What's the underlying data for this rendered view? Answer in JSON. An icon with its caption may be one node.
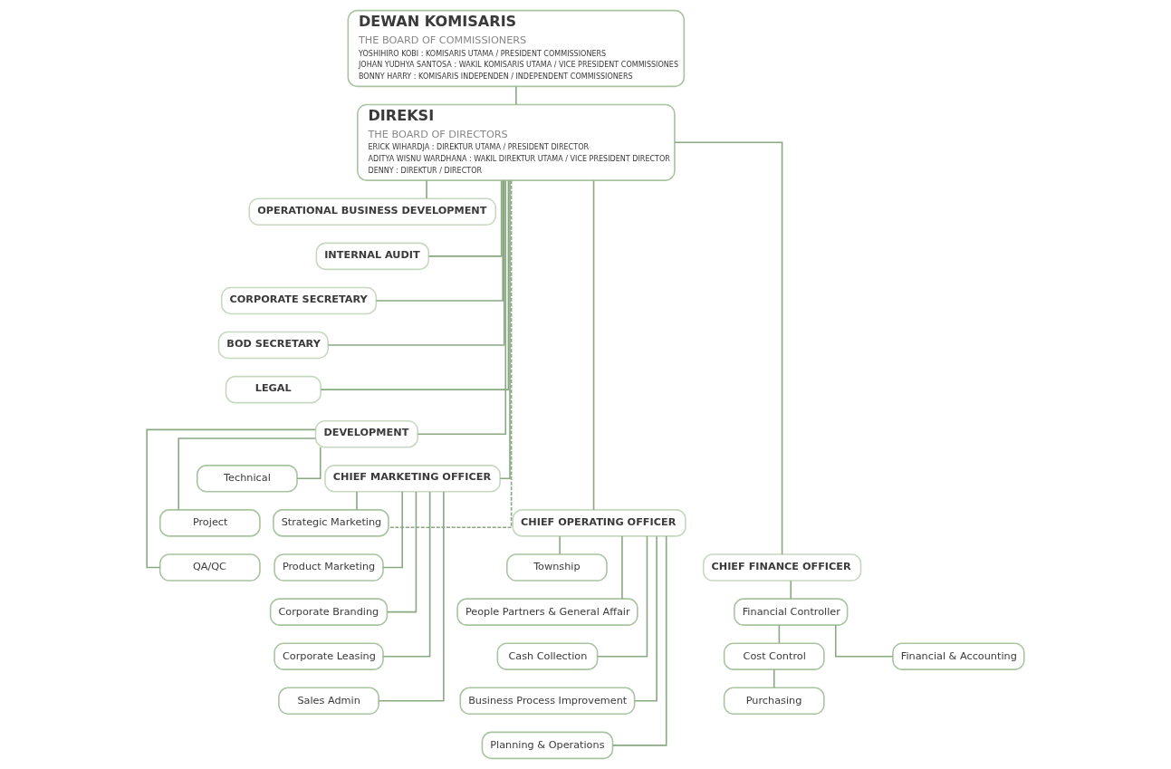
{
  "diagram": {
    "nodes": [
      {
        "text": [
          "DEWAN KOMISARIS",
          "THE BOARD OF COMMISSIONERS",
          "YOSHIHIRO KOBI : KOMISARIS UTAMA / PRESIDENT COMMISSIONERS",
          "JOHAN YUDHYA SANTOSA : WAKIL KOMISARIS UTAMA / VICE PRESIDENT COMMISSIONES",
          "BONNY HARRY : KOMISARIS INDEPENDEN / INDEPENDENT COMMISSIONERS"
        ]
      },
      {
        "text": [
          "DIREKSI",
          "THE BOARD OF DIRECTORS",
          "ERICK WIHARDJA : DIREKTUR UTAMA / PRESIDENT DIRECTOR",
          "ADITYA WISNU WARDHANA : WAKIL DIREKTUR UTAMA / VICE PRESIDENT DIRECTOR",
          "DENNY : DIREKTUR / DIRECTOR"
        ]
      },
      {
        "text": [
          "OPERATIONAL BUSINESS DEVELOPMENT"
        ]
      },
      {
        "text": [
          "INTERNAL AUDIT"
        ]
      },
      {
        "text": [
          "CORPORATE SECRETARY"
        ]
      },
      {
        "text": [
          "BOD SECRETARY"
        ]
      },
      {
        "text": [
          "LEGAL"
        ]
      },
      {
        "text": [
          "DEVELOPMENT"
        ]
      },
      {
        "text": [
          "CHIEF MARKETING OFFICER"
        ]
      },
      {
        "text": [
          "CHIEF OPERATING OFFICER"
        ]
      },
      {
        "text": [
          "CHIEF FINANCE OFFICER"
        ]
      },
      {
        "text": [
          "Technical"
        ]
      },
      {
        "text": [
          "Project"
        ]
      },
      {
        "text": [
          "QA/QC"
        ]
      },
      {
        "text": [
          "Strategic Marketing"
        ]
      },
      {
        "text": [
          "Product Marketing"
        ]
      },
      {
        "text": [
          "Corporate Branding"
        ]
      },
      {
        "text": [
          "Corporate Leasing"
        ]
      },
      {
        "text": [
          "Sales Admin"
        ]
      },
      {
        "text": [
          "Township"
        ]
      },
      {
        "text": [
          "People Partners & General Affair"
        ]
      },
      {
        "text": [
          "Cash Collection"
        ]
      },
      {
        "text": [
          "Business Process Improvement"
        ]
      },
      {
        "text": [
          "Planning & Operations"
        ]
      },
      {
        "text": [
          "Financial Controller"
        ]
      },
      {
        "text": [
          "Financial & Accounting"
        ]
      },
      {
        "text": [
          "Cost Control"
        ]
      },
      {
        "text": [
          "Purchasing"
        ]
      }
    ],
    "edges": [
      {
        "from": 0,
        "to": 1,
        "arrow": "none"
      },
      {
        "from": 1,
        "to": 2,
        "arrow": "none"
      },
      {
        "from": 1,
        "to": 3,
        "arrow": "none"
      },
      {
        "from": 1,
        "to": 4,
        "arrow": "none"
      },
      {
        "from": 1,
        "to": 5,
        "arrow": "none"
      },
      {
        "from": 1,
        "to": 6,
        "arrow": "none"
      },
      {
        "from": 1,
        "to": 7,
        "arrow": "none"
      },
      {
        "from": 1,
        "to": 8,
        "arrow": "none"
      },
      {
        "from": 1,
        "to": 9,
        "arrow": "none"
      },
      {
        "from": 1,
        "to": 10,
        "arrow": "none"
      },
      {
        "from": 1,
        "to": 14,
        "arrow": "none",
        "style": "dashed"
      },
      {
        "from": 7,
        "to": 11,
        "arrow": "none"
      },
      {
        "from": 7,
        "to": 12,
        "arrow": "none"
      },
      {
        "from": 7,
        "to": 13,
        "arrow": "none"
      },
      {
        "from": 8,
        "to": 14,
        "arrow": "none"
      },
      {
        "from": 8,
        "to": 15,
        "arrow": "none"
      },
      {
        "from": 8,
        "to": 16,
        "arrow": "none"
      },
      {
        "from": 8,
        "to": 17,
        "arrow": "none"
      },
      {
        "from": 8,
        "to": 18,
        "arrow": "none"
      },
      {
        "from": 9,
        "to": 19,
        "arrow": "none"
      },
      {
        "from": 9,
        "to": 20,
        "arrow": "none"
      },
      {
        "from": 9,
        "to": 21,
        "arrow": "none"
      },
      {
        "from": 9,
        "to": 22,
        "arrow": "none"
      },
      {
        "from": 9,
        "to": 23,
        "arrow": "none"
      },
      {
        "from": 10,
        "to": 24,
        "arrow": "none"
      },
      {
        "from": 24,
        "to": 25,
        "arrow": "none"
      },
      {
        "from": 24,
        "to": 26,
        "arrow": "none"
      },
      {
        "from": 26,
        "to": 27,
        "arrow": "none"
      }
    ]
  }
}
